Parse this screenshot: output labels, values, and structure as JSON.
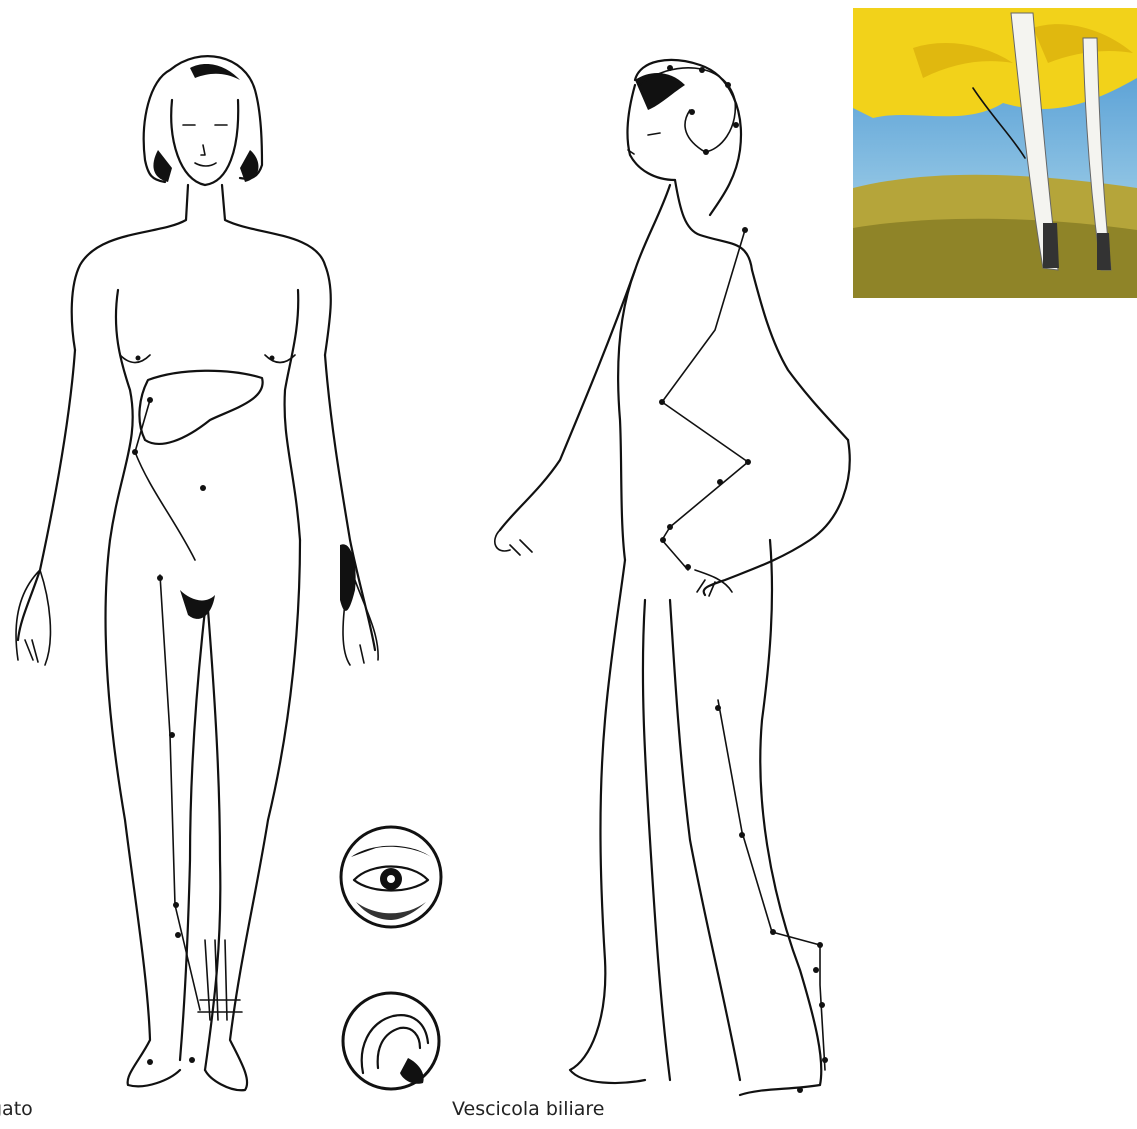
{
  "captions": {
    "left": "gato",
    "right": "Vescicola biliare"
  },
  "figures": {
    "left_figure": "female-front-figure",
    "right_figure": "male-side-figure",
    "inset_top": "eye-inset",
    "inset_bottom": "toenail-inset",
    "scene": "birch-tree-scene"
  },
  "colors": {
    "ink": "#111111",
    "sky_top": "#3f8fcf",
    "sky_bottom": "#bfe3f0",
    "grass": "#b5a53a",
    "foliage": "#f2d21a",
    "bark": "#f4f4f0"
  }
}
